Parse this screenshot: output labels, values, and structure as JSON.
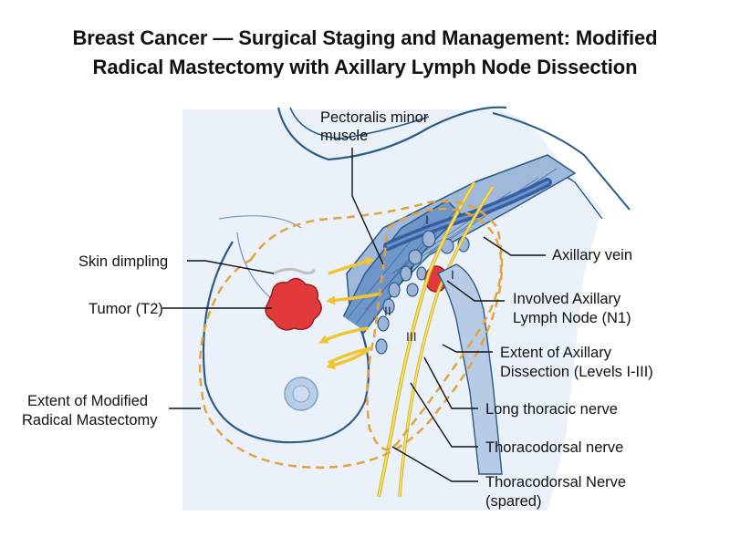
{
  "title": {
    "line1": "Breast Cancer — Surgical Staging and Management: Modified",
    "line2": "Radical Mastectomy with Axillary Lymph Node Dissection"
  },
  "labels": {
    "pectoralis_minor_1": "Pectoralis minor",
    "pectoralis_minor_2": "muscle",
    "skin_dimpling": "Skin dimpling",
    "tumor": "Tumor (T2)",
    "extent_mrm_1": "Extent of Modified",
    "extent_mrm_2": "Radical Mastectomy",
    "axillary_vein": "Axillary vein",
    "involved_node_1": "Involved Axillary",
    "involved_node_2": "Lymph Node (N1)",
    "extent_ald_1": "Extent of Axillary",
    "extent_ald_2": "Dissection (Levels I-III)",
    "long_thoracic": "Long thoracic nerve",
    "thoracodorsal": "Thoracodorsal nerve",
    "thoracodorsal_spared_1": "Thoracodorsal Nerve",
    "thoracodorsal_spared_2": "(spared)"
  },
  "levels": {
    "level_i_top": "I",
    "level_i_mid": "I",
    "level_i_right": "I",
    "level_ii": "II",
    "level_iii": "III"
  },
  "colors": {
    "outline": "#2b5b8a",
    "skin_fill": "#eaf1f8",
    "muscle": "#6f96c9",
    "vein": "#355fa3",
    "node": "#9db6d8",
    "tumor": "#e23a3a",
    "dashed_orange": "#e2a341",
    "arrow_yellow": "#f2c530",
    "nerve_yellow": "#f4e06a"
  }
}
